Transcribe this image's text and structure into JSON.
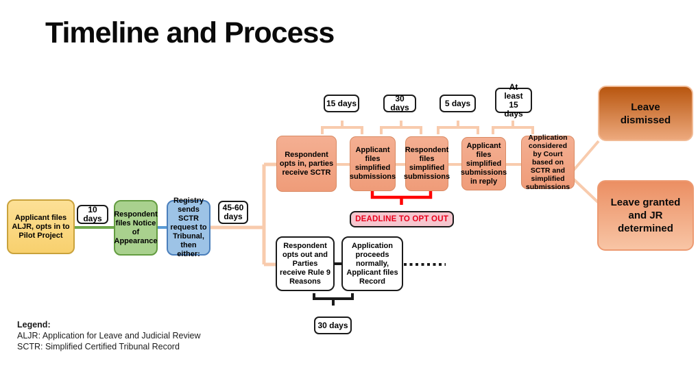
{
  "title": "Timeline and Process",
  "flow": {
    "start": "Applicant files ALJR, opts in to Pilot Project",
    "days_10": "10 days",
    "notice": "Respondent files Notice of Appearance",
    "registry": "Registry sends SCTR request to Tribunal, then either:",
    "days_45_60": "45-60 days"
  },
  "opt_in": {
    "steps": [
      "Respondent opts in, parties receive SCTR",
      "Applicant files simplified submissions",
      "Respondent files simplified submissions",
      "Applicant files simplified submissions in reply",
      "Application considered by Court based on SCTR and simplified submissions"
    ],
    "durations": [
      "15 days",
      "30 days",
      "5 days",
      "At least 15 days"
    ]
  },
  "outcomes": {
    "dismissed": "Leave dismissed",
    "granted": "Leave granted and JR determined"
  },
  "opt_out": {
    "deadline": "DEADLINE TO OPT OUT",
    "steps": [
      "Respondent opts out and Parties receive Rule 9 Reasons",
      "Application proceeds normally, Applicant files Record"
    ],
    "days_30": "30 days"
  },
  "legend": {
    "heading": "Legend:",
    "aljr": "ALJR: Application for Leave and Judicial Review",
    "sctr": "SCTR: Simplified Certified Tribunal Record"
  },
  "colors": {
    "start_fill": "#F8D06E",
    "start_border": "#C9A23B",
    "notice_fill": "#A9D18E",
    "notice_border": "#639C40",
    "registry_fill": "#9DC3E6",
    "registry_border": "#4A7EBB",
    "step_fill": "#F2A583",
    "step_border": "#D98A63",
    "connector_peach": "#F8CBAD",
    "connector_green": "#6FA84C",
    "connector_blue": "#5B9BD5",
    "dismissed_top": "#B8560F",
    "granted_top": "#EB8F63",
    "deadline_fill": "#F6C6CE",
    "deadline_text": "#E8001C",
    "opt_out_bracket": "#FF0000"
  }
}
